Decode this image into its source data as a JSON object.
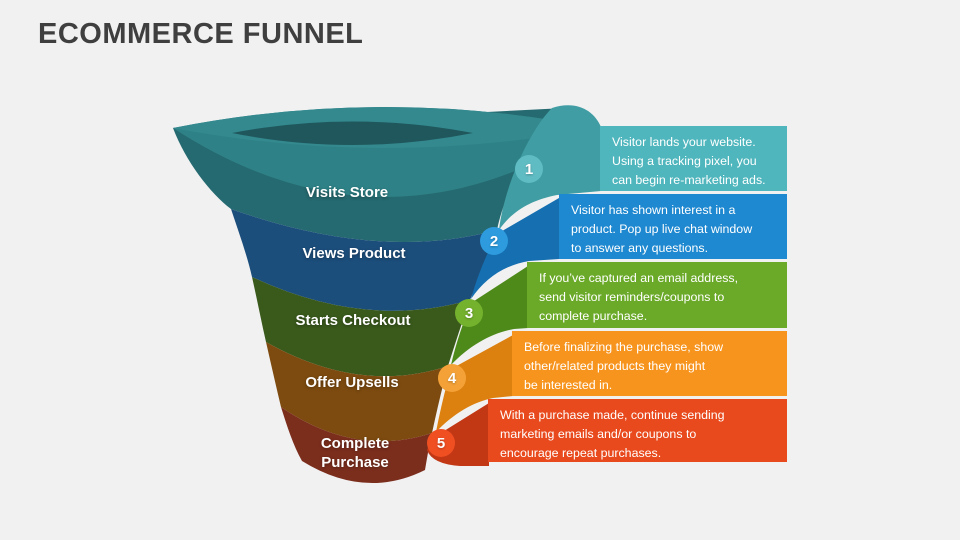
{
  "title": "ECOMMERCE FUNNEL",
  "colors": {
    "background": "#F1F1F2",
    "title_text": "#3F3F3F",
    "text_on_color": "#FFFFFF",
    "rim_outer": "#2E8287",
    "rim_top": "#33898E",
    "rim_hole": "#1F575C"
  },
  "funnel": {
    "levels": [
      {
        "number": "1",
        "label": "Visits Store",
        "description": "Visitor lands your website.\nUsing a tracking pixel, you\ncan begin re-marketing ads.",
        "colors": {
          "box": "#4FB6BD",
          "band": "#3F9DA3",
          "body": "#256A70",
          "badge": "#60BCC3"
        }
      },
      {
        "number": "2",
        "label": "Views Product",
        "description": "Visitor has shown interest in a\nproduct. Pop up live chat window\nto answer any questions.",
        "colors": {
          "box": "#1E88D0",
          "band": "#156FB0",
          "body": "#1C4E7C",
          "badge": "#2D9BDE"
        }
      },
      {
        "number": "3",
        "label": "Starts Checkout",
        "description": "If you’ve captured an email address,\nsend visitor reminders/coupons to\ncomplete purchase.",
        "colors": {
          "box": "#6BAA28",
          "band": "#4E8A1A",
          "body": "#3A5A1C",
          "badge": "#74B12D"
        }
      },
      {
        "number": "4",
        "label": "Offer Upsells",
        "description": "Before finalizing the purchase, show\nother/related products they might\nbe interested in.",
        "colors": {
          "box": "#F7941E",
          "band": "#DC800F",
          "body": "#7D4B10",
          "badge": "#F4A238"
        }
      },
      {
        "number": "5",
        "label": "Complete\nPurchase",
        "description": "With a purchase made, continue sending\nmarketing emails and/or coupons to\nencourage repeat purchases.",
        "colors": {
          "box": "#E84A1D",
          "band": "#C23814",
          "body": "#7C2E1D",
          "badge": "#F04F22"
        }
      }
    ]
  }
}
